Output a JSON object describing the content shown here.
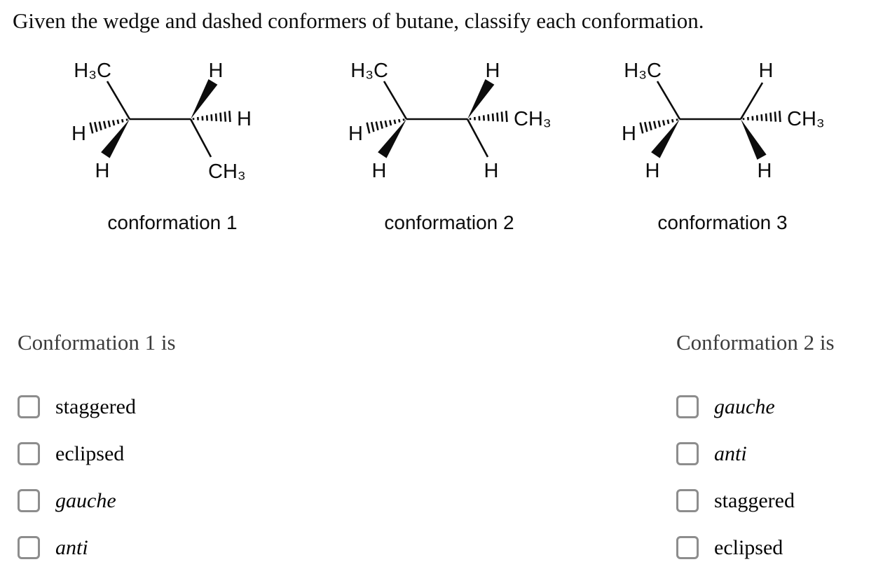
{
  "title": "Given the wedge and dashed conformers of butane, classify each conformation.",
  "figures": [
    {
      "caption": "conformation 1",
      "atoms": {
        "top_left": "H₃C",
        "top_right": "H",
        "left": "H",
        "bottom_left": "H",
        "right": "H",
        "bottom_right": "CH₃"
      }
    },
    {
      "caption": "conformation 2",
      "atoms": {
        "top_left": "H₃C",
        "top_right": "H",
        "left": "H",
        "bottom_left": "H",
        "right": "CH₃",
        "bottom_right": "H"
      }
    },
    {
      "caption": "conformation 3",
      "atoms": {
        "top_left": "H₃C",
        "top_right": "H",
        "left": "H",
        "bottom_left": "H",
        "right": "CH₃",
        "bottom_right": "H"
      }
    }
  ],
  "prompts": [
    {
      "heading": "Conformation 1 is",
      "options": [
        {
          "label": "staggered",
          "italic": false,
          "checked": false
        },
        {
          "label": "eclipsed",
          "italic": false,
          "checked": false
        },
        {
          "label": "gauche",
          "italic": true,
          "checked": false
        },
        {
          "label": "anti",
          "italic": true,
          "checked": false
        }
      ]
    },
    {
      "heading": "Conformation 2 is",
      "options": [
        {
          "label": "gauche",
          "italic": true,
          "checked": false
        },
        {
          "label": "anti",
          "italic": true,
          "checked": false
        },
        {
          "label": "staggered",
          "italic": false,
          "checked": false
        },
        {
          "label": "eclipsed",
          "italic": false,
          "checked": false
        }
      ]
    }
  ]
}
